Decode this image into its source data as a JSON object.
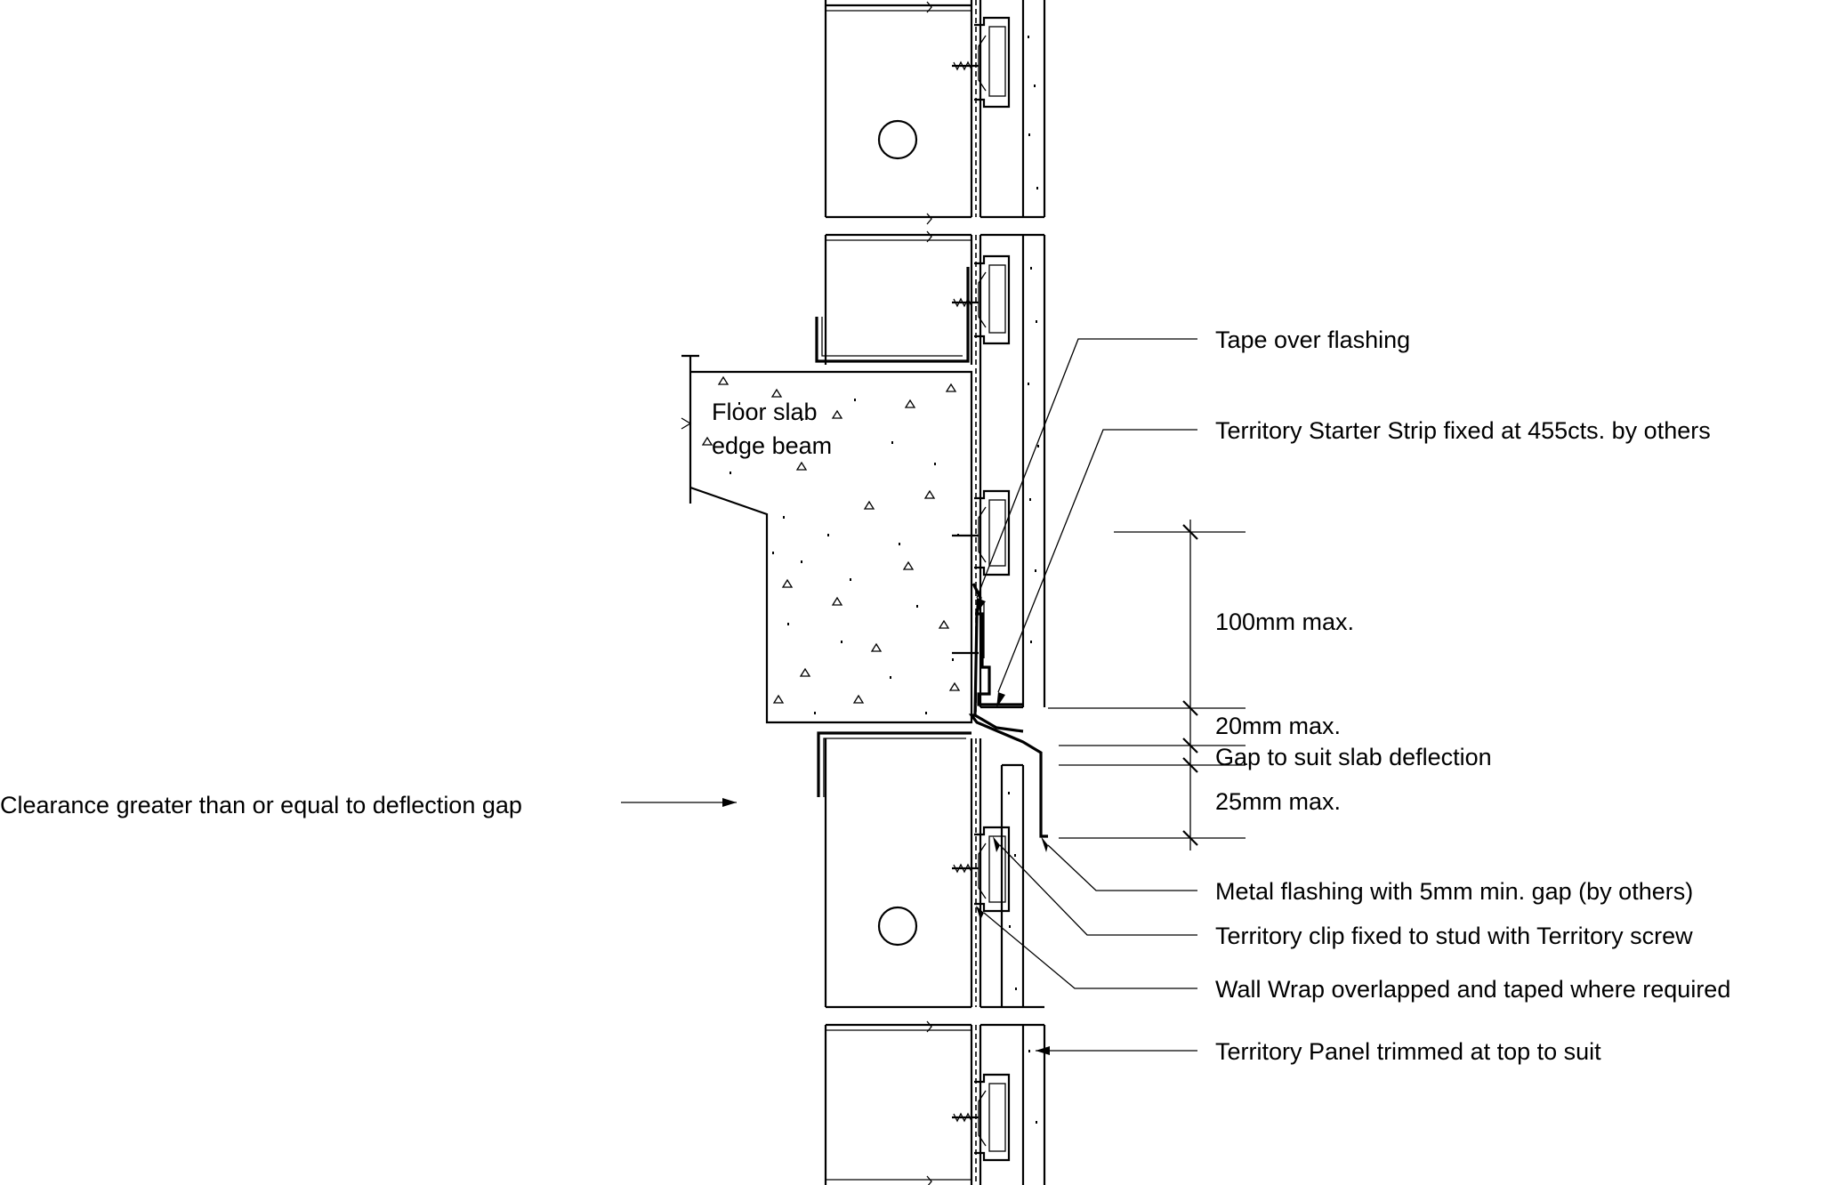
{
  "labels": {
    "floor_slab_line1": "Floor slab",
    "floor_slab_line2": "edge beam",
    "clearance": "Clearance greater than or equal to deflection gap",
    "tape": "Tape over flashing",
    "starter_strip": "Territory Starter Strip fixed at 455cts. by others",
    "dim_100": "100mm max.",
    "dim_20": "20mm max.",
    "gap_deflection": "Gap to suit slab deflection",
    "dim_25": "25mm max.",
    "metal_flashing": "Metal flashing with 5mm min. gap (by others)",
    "territory_clip": "Territory clip fixed to stud with Territory screw",
    "wall_wrap": "Wall Wrap overlapped and taped where required",
    "territory_panel": "Territory Panel trimmed at top to suit"
  },
  "colors": {
    "line": "#000000",
    "background": "#ffffff"
  }
}
